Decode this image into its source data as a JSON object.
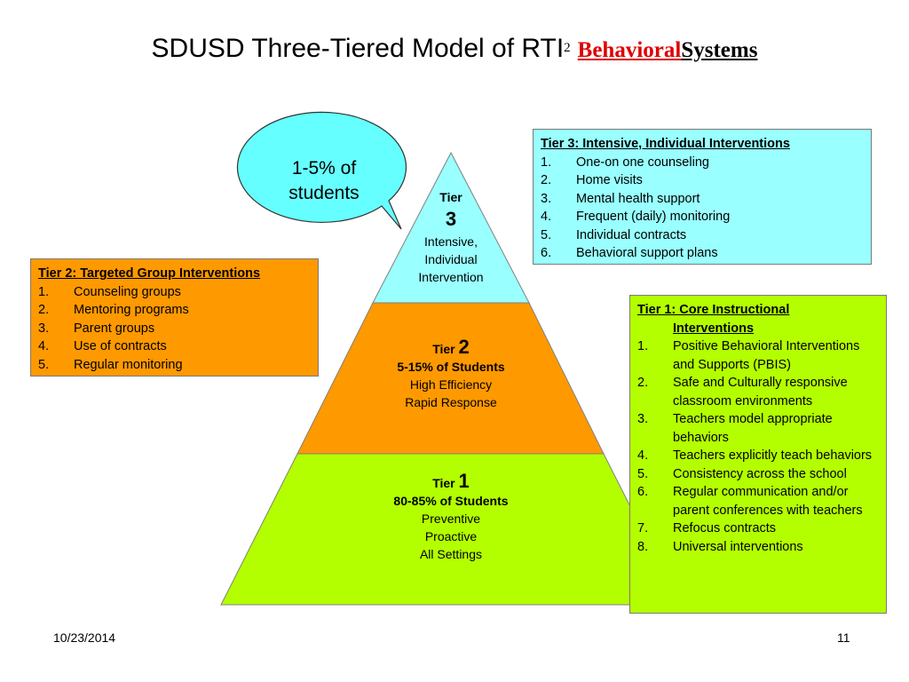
{
  "title": {
    "main": "SDUSD Three-Tiered Model of RTI",
    "superscript": "2",
    "red": "Behavioral",
    "black": "Systems"
  },
  "bubble": {
    "line1": "1-5% of",
    "line2": "students"
  },
  "tiers": {
    "tier3": {
      "label": "Tier",
      "number": "3",
      "lines": [
        "Intensive,",
        "Individual",
        "Intervention"
      ]
    },
    "tier2": {
      "label": "Tier",
      "number": "2",
      "bold": "5-15% of Students",
      "lines": [
        "High Efficiency",
        "Rapid Response"
      ]
    },
    "tier1": {
      "label": "Tier",
      "number": "1",
      "bold": "80-85% of Students",
      "lines": [
        "Preventive",
        "Proactive",
        "All Settings"
      ]
    }
  },
  "boxes": {
    "tier3": {
      "heading": "Tier 3:  Intensive, Individual Interventions",
      "items": [
        "One-on one counseling",
        "Home visits",
        "Mental health support",
        "Frequent (daily) monitoring",
        "Individual contracts",
        "Behavioral support plans"
      ]
    },
    "tier2": {
      "heading": "Tier 2:  Targeted Group Interventions",
      "items": [
        "Counseling groups",
        "Mentoring programs",
        "Parent groups",
        "Use of contracts",
        "Regular monitoring"
      ]
    },
    "tier1": {
      "heading_line1": "Tier 1:  Core Instructional",
      "heading_line2": "Interventions",
      "items": [
        "Positive Behavioral Interventions and Supports (PBIS)",
        "Safe and Culturally responsive classroom environments",
        "Teachers model appropriate behaviors",
        "Teachers explicitly teach behaviors",
        "Consistency across the school",
        "Regular communication and/or parent conferences with teachers",
        "Refocus contracts",
        "Universal interventions"
      ]
    }
  },
  "numbers": [
    "1.",
    "2.",
    "3.",
    "4.",
    "5.",
    "6.",
    "7.",
    "8."
  ],
  "footer": {
    "date": "10/23/2014",
    "page": "11"
  },
  "colors": {
    "tier3": "#99ffff",
    "tier2": "#ff9900",
    "tier1": "#b3ff00",
    "title_red": "#e00000"
  }
}
